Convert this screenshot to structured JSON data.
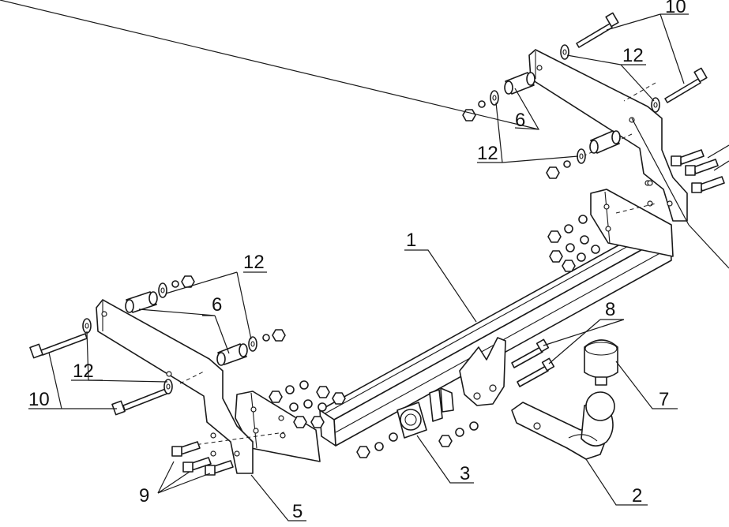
{
  "labels": {
    "l1": "1",
    "l2": "2",
    "l3": "3",
    "l5": "5",
    "l6a": "6",
    "l6b": "6",
    "l7": "7",
    "l8": "8",
    "l9": "9",
    "l10a": "10",
    "l10b": "10",
    "l12a": "12",
    "l12b": "12",
    "l12c": "12",
    "l12d": "12"
  }
}
